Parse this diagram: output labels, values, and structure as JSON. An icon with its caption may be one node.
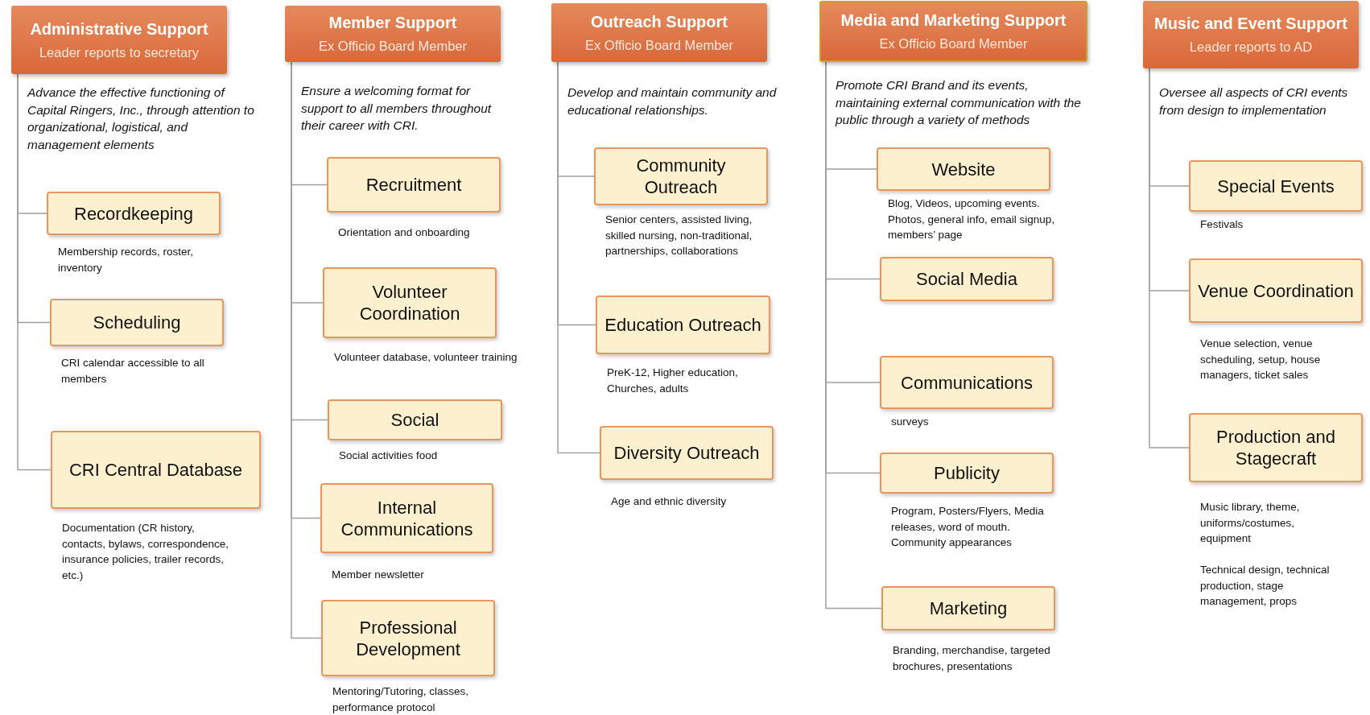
{
  "diagram": {
    "nodes": [
      {
        "text": [
          "Administrative Support",
          "Leader reports to secretary"
        ],
        "beside": [
          "Advance the effective functioning of Capital Ringers, Inc., through attention to organizational, logistical, and management elements"
        ]
      },
      {
        "text": [
          "Recordkeeping"
        ],
        "beside": [
          "Membership records, roster, inventory"
        ]
      },
      {
        "text": [
          "Scheduling"
        ],
        "beside": [
          "CRI calendar accessible to all members"
        ]
      },
      {
        "text": [
          "CRI Central Database"
        ],
        "beside": [
          "Documentation (CR history, contacts, bylaws, correspondence, insurance policies, trailer records, etc.)"
        ]
      },
      {
        "text": [
          "Member Support",
          "Ex Officio Board Member"
        ],
        "beside": [
          "Ensure a welcoming format for support to all members throughout their career with CRI."
        ]
      },
      {
        "text": [
          "Recruitment"
        ],
        "beside": [
          "Orientation and onboarding"
        ]
      },
      {
        "text": [
          "Volunteer Coordination"
        ],
        "beside": [
          "Volunteer database, volunteer training"
        ]
      },
      {
        "text": [
          "Social"
        ],
        "beside": [
          "Social activities food"
        ]
      },
      {
        "text": [
          "Internal Communications"
        ],
        "beside": [
          "Member newsletter"
        ]
      },
      {
        "text": [
          "Professional Development"
        ],
        "beside": [
          "Mentoring/Tutoring, classes, performance protocol"
        ]
      },
      {
        "text": [
          "Outreach Support",
          "Ex Officio Board Member"
        ],
        "beside": [
          "Develop and maintain community and educational relationships."
        ]
      },
      {
        "text": [
          "Community Outreach"
        ],
        "beside": [
          "Senior centers, assisted living, skilled nursing, non-traditional, partnerships, collaborations"
        ]
      },
      {
        "text": [
          "Education Outreach"
        ],
        "beside": [
          "PreK-12, Higher education, Churches, adults"
        ]
      },
      {
        "text": [
          "Diversity Outreach"
        ],
        "beside": [
          "Age and ethnic diversity"
        ]
      },
      {
        "text": [
          "Media and Marketing Support",
          "Ex Officio Board Member"
        ],
        "beside": [
          "Promote CRI Brand and its events, maintaining external communication with the public through a variety of methods"
        ]
      },
      {
        "text": [
          "Website"
        ],
        "beside": [
          "Blog, Videos, upcoming events. Photos, general info, email signup, members’ page"
        ]
      },
      {
        "text": [
          "Social Media"
        ]
      },
      {
        "text": [
          "Communications"
        ],
        "beside": [
          "surveys"
        ]
      },
      {
        "text": [
          "Publicity"
        ],
        "beside": [
          "Program, Posters/Flyers, Media releases, word of mouth. Community appearances"
        ]
      },
      {
        "text": [
          "Marketing"
        ],
        "beside": [
          "Branding, merchandise, targeted brochures, presentations"
        ]
      },
      {
        "text": [
          "Music and Event Support",
          "Leader reports to AD"
        ],
        "beside": [
          "Oversee all aspects of CRI events from design to implementation"
        ]
      },
      {
        "text": [
          "Special Events"
        ],
        "beside": [
          "Festivals"
        ]
      },
      {
        "text": [
          "Venue Coordination"
        ],
        "beside": [
          "Venue selection, venue scheduling, setup, house managers, ticket sales"
        ]
      },
      {
        "text": [
          "Production and Stagecraft"
        ],
        "beside": [
          "Music library, theme, uniforms/costumes, equipment",
          "Technical design, technical production, stage management, props"
        ]
      }
    ],
    "edges": [
      {
        "from": 0,
        "to": 1,
        "arrow": "none"
      },
      {
        "from": 0,
        "to": 2,
        "arrow": "none"
      },
      {
        "from": 0,
        "to": 3,
        "arrow": "none"
      },
      {
        "from": 4,
        "to": 5,
        "arrow": "none"
      },
      {
        "from": 4,
        "to": 6,
        "arrow": "none"
      },
      {
        "from": 4,
        "to": 7,
        "arrow": "none"
      },
      {
        "from": 4,
        "to": 8,
        "arrow": "none"
      },
      {
        "from": 4,
        "to": 9,
        "arrow": "none"
      },
      {
        "from": 10,
        "to": 11,
        "arrow": "none"
      },
      {
        "from": 10,
        "to": 12,
        "arrow": "none"
      },
      {
        "from": 10,
        "to": 13,
        "arrow": "none"
      },
      {
        "from": 14,
        "to": 15,
        "arrow": "none"
      },
      {
        "from": 14,
        "to": 16,
        "arrow": "none"
      },
      {
        "from": 14,
        "to": 17,
        "arrow": "none"
      },
      {
        "from": 14,
        "to": 18,
        "arrow": "none"
      },
      {
        "from": 14,
        "to": 19,
        "arrow": "none"
      },
      {
        "from": 20,
        "to": 21,
        "arrow": "none"
      },
      {
        "from": 20,
        "to": 22,
        "arrow": "none"
      },
      {
        "from": 20,
        "to": 23,
        "arrow": "none"
      }
    ]
  }
}
